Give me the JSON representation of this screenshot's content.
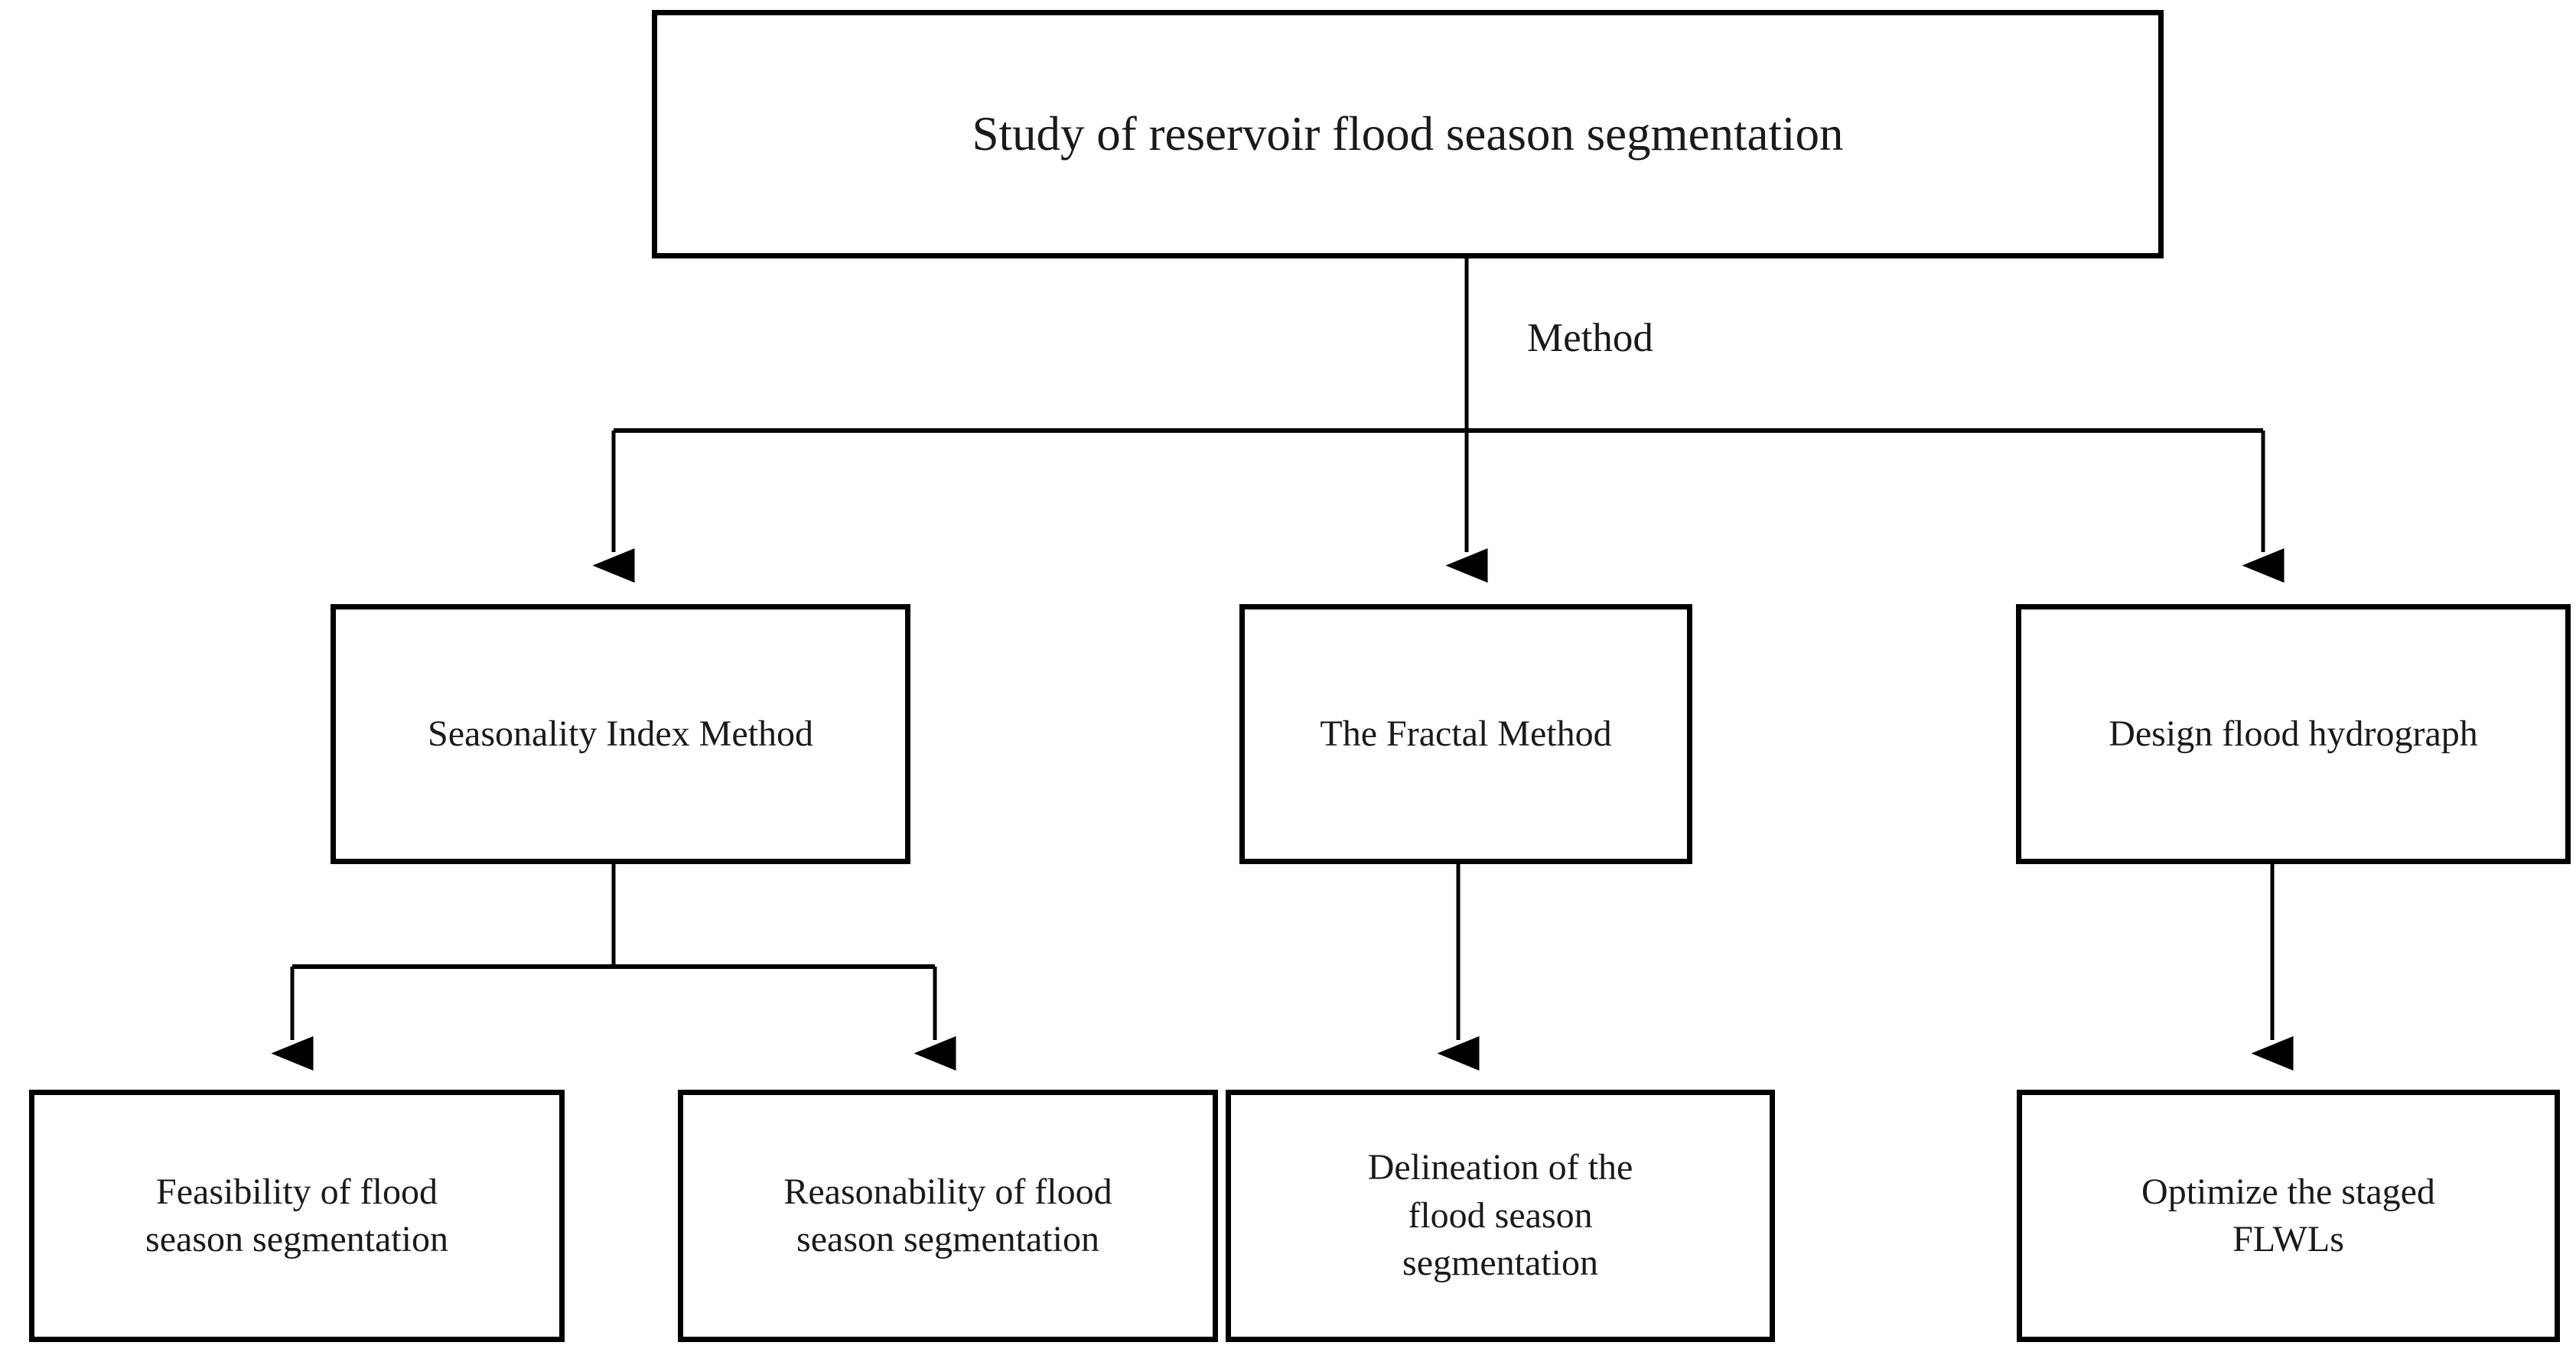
{
  "diagram": {
    "title_node": {
      "id": "root",
      "label": "Study of reservoir flood season segmentation"
    },
    "edge_labels": {
      "method": "Method"
    },
    "level1": [
      {
        "id": "seasonality",
        "label": "Seasonality Index Method"
      },
      {
        "id": "fractal",
        "label": "The Fractal Method"
      },
      {
        "id": "design",
        "label": "Design flood hydrograph"
      }
    ],
    "level2": [
      {
        "id": "feasibility",
        "label": "Feasibility of flood\nseason segmentation"
      },
      {
        "id": "reasonability",
        "label": "Reasonability of flood\nseason segmentation"
      },
      {
        "id": "delineation",
        "label": "Delineation of the\nflood season\nsegmentation"
      },
      {
        "id": "optimize",
        "label": "Optimize the staged\nFLWLs"
      }
    ],
    "colors": {
      "background": "#ffffff",
      "box_border": "#000000",
      "text": "#1a1a1a",
      "connector": "#000000"
    },
    "connections": [
      {
        "from": "root",
        "to": "seasonality",
        "label": "Method",
        "style": "elbow"
      },
      {
        "from": "root",
        "to": "fractal",
        "label": "Method",
        "style": "straight"
      },
      {
        "from": "root",
        "to": "design",
        "label": "Method",
        "style": "elbow"
      },
      {
        "from": "seasonality",
        "to": "feasibility",
        "label": "",
        "style": "elbow"
      },
      {
        "from": "seasonality",
        "to": "reasonability",
        "label": "",
        "style": "elbow"
      },
      {
        "from": "fractal",
        "to": "delineation",
        "label": "",
        "style": "straight"
      },
      {
        "from": "design",
        "to": "optimize",
        "label": "",
        "style": "straight"
      }
    ]
  }
}
